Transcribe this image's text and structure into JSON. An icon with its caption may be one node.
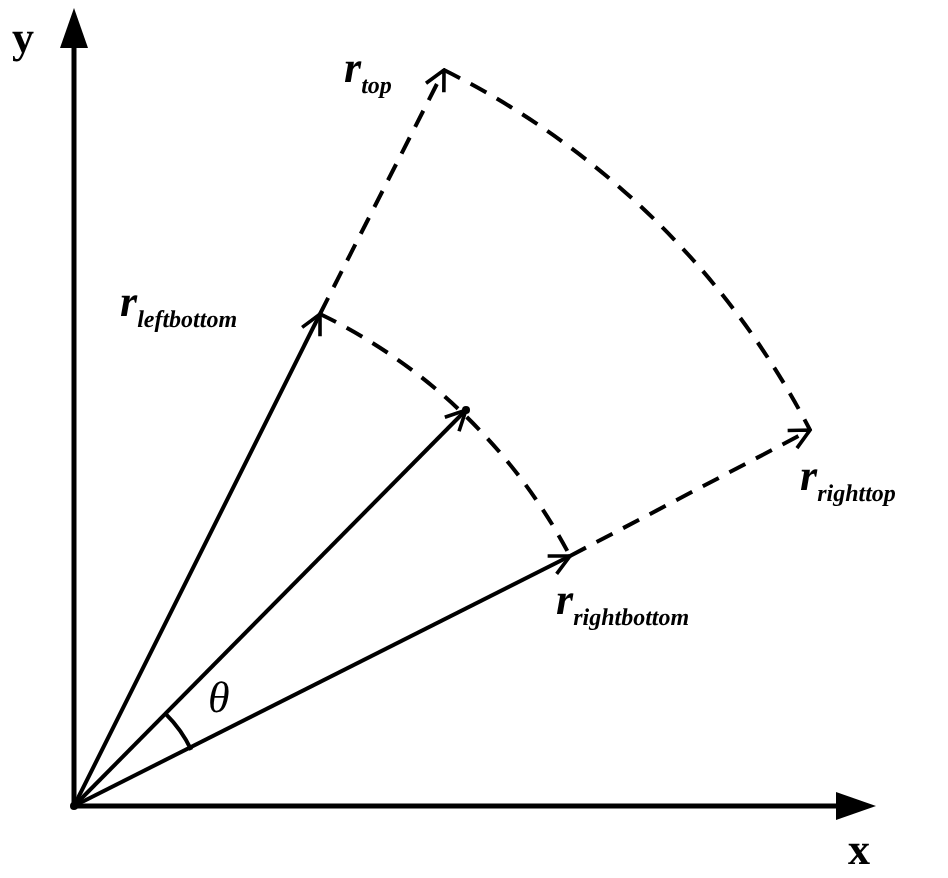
{
  "diagram": {
    "nodes": [
      {
        "text": [
          "r$_{top}$"
        ]
      },
      {
        "text": [
          "r$_{leftbottom}$"
        ]
      },
      {
        "text": [
          "r$_{righttop}$"
        ]
      },
      {
        "text": [
          "r$_{rightbottom}$"
        ]
      },
      {
        "text": [],
        "shape": "point"
      },
      {
        "text": [],
        "shape": "point"
      }
    ],
    "edges": [
      {
        "from": 4,
        "to": 1,
        "arrow": "to"
      },
      {
        "from": 4,
        "to": 5,
        "arrow": "to"
      },
      {
        "from": 4,
        "to": 3,
        "arrow": "to"
      },
      {
        "from": 1,
        "to": 0,
        "arrow": "to",
        "style": "dashed"
      },
      {
        "from": 3,
        "to": 2,
        "arrow": "to",
        "style": "dashed"
      },
      {
        "from": 1,
        "to": 3,
        "arrow": "none",
        "style": "dashed"
      },
      {
        "from": 0,
        "to": 2,
        "arrow": "none",
        "style": "dashed"
      }
    ],
    "labels": [
      "y",
      "x",
      "θ"
    ]
  }
}
